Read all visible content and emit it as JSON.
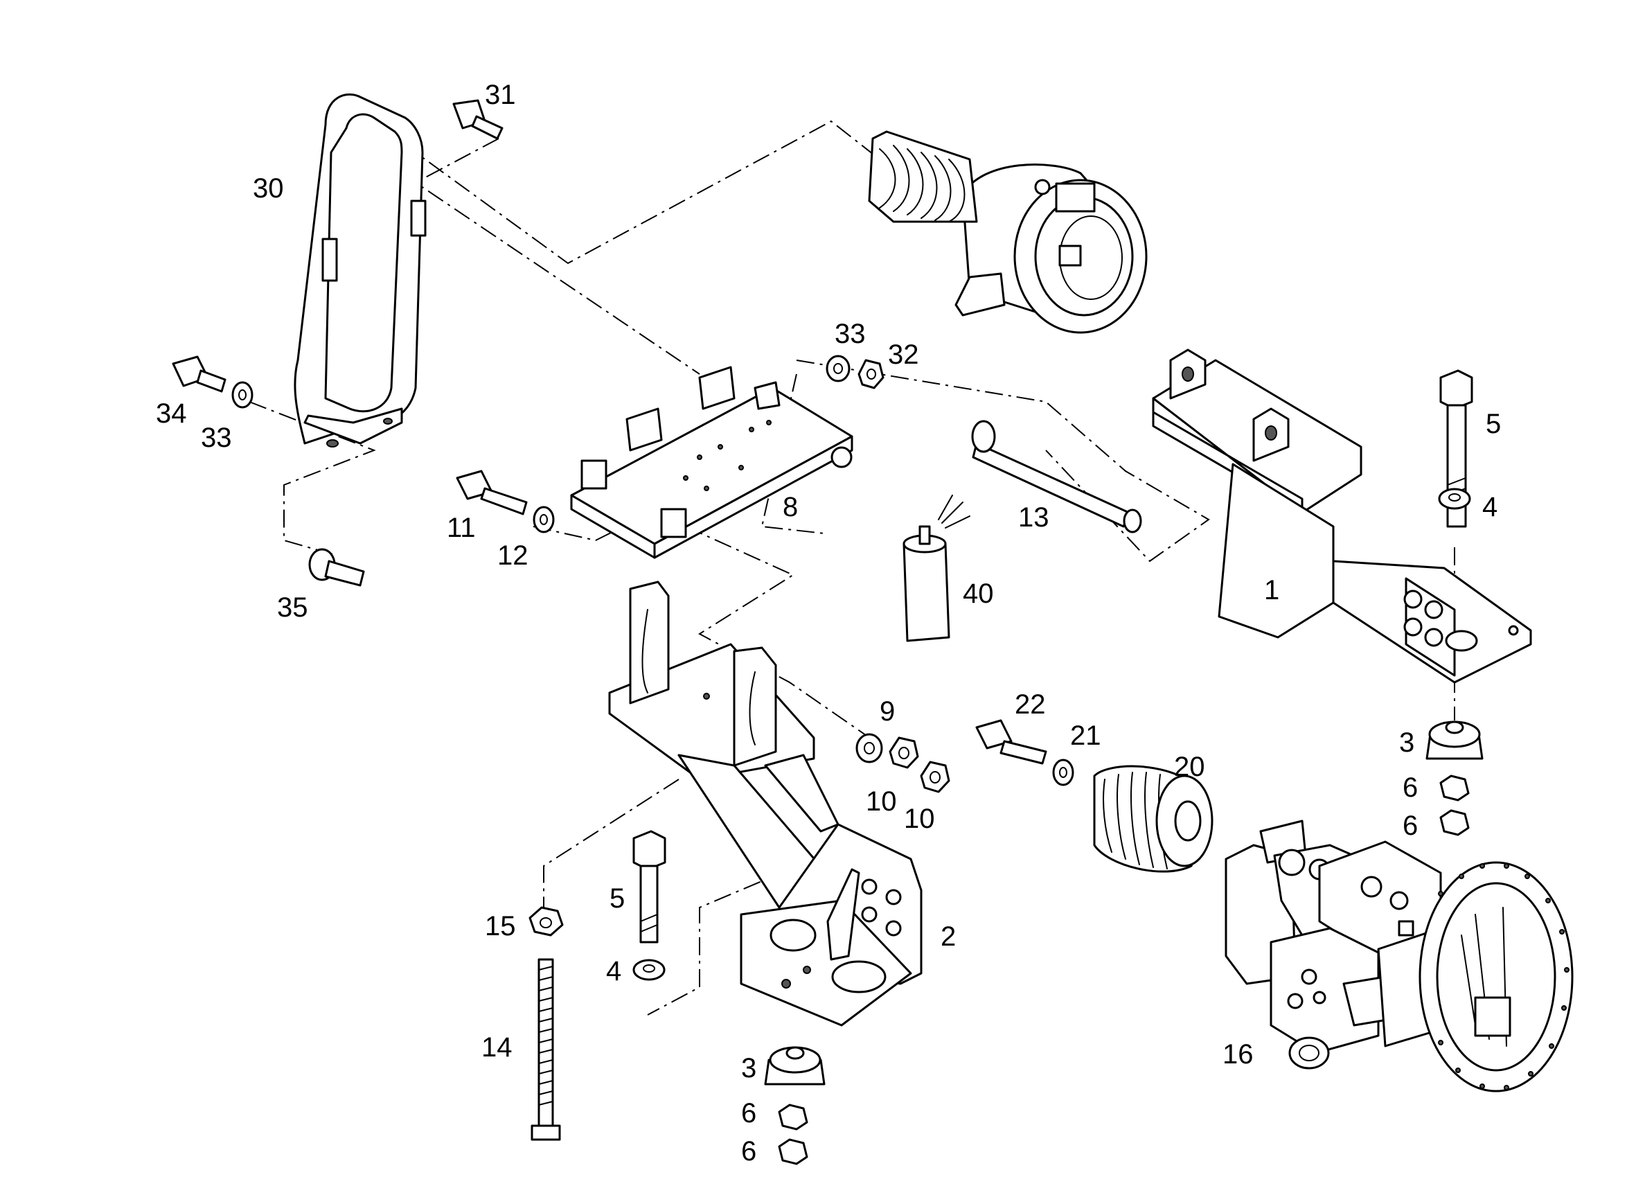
{
  "diagram": {
    "type": "exploded-parts-view",
    "part_labels": [
      {
        "id": "31",
        "text": "31"
      },
      {
        "id": "30",
        "text": "30"
      },
      {
        "id": "34",
        "text": "34"
      },
      {
        "id": "33a",
        "text": "33"
      },
      {
        "id": "35",
        "text": "35"
      },
      {
        "id": "11",
        "text": "11"
      },
      {
        "id": "12",
        "text": "12"
      },
      {
        "id": "8",
        "text": "8"
      },
      {
        "id": "33b",
        "text": "33"
      },
      {
        "id": "32",
        "text": "32"
      },
      {
        "id": "13",
        "text": "13"
      },
      {
        "id": "40",
        "text": "40"
      },
      {
        "id": "1",
        "text": "1"
      },
      {
        "id": "5a",
        "text": "5"
      },
      {
        "id": "4a",
        "text": "4"
      },
      {
        "id": "3a",
        "text": "3"
      },
      {
        "id": "6a",
        "text": "6"
      },
      {
        "id": "6b",
        "text": "6"
      },
      {
        "id": "9",
        "text": "9"
      },
      {
        "id": "10a",
        "text": "10"
      },
      {
        "id": "10b",
        "text": "10"
      },
      {
        "id": "22",
        "text": "22"
      },
      {
        "id": "21",
        "text": "21"
      },
      {
        "id": "20",
        "text": "20"
      },
      {
        "id": "15",
        "text": "15"
      },
      {
        "id": "5b",
        "text": "5"
      },
      {
        "id": "4b",
        "text": "4"
      },
      {
        "id": "14",
        "text": "14"
      },
      {
        "id": "2",
        "text": "2"
      },
      {
        "id": "3b",
        "text": "3"
      },
      {
        "id": "6c",
        "text": "6"
      },
      {
        "id": "6d",
        "text": "6"
      },
      {
        "id": "16",
        "text": "16"
      }
    ],
    "components": [
      {
        "name": "air-filter"
      },
      {
        "name": "filter-strap-bracket"
      },
      {
        "name": "mounting-plate"
      },
      {
        "name": "mounting-bracket-upper-right"
      },
      {
        "name": "mounting-bracket-lower-left"
      },
      {
        "name": "pin-shaft"
      },
      {
        "name": "spray-can"
      },
      {
        "name": "coupling-element"
      },
      {
        "name": "hydraulic-pump"
      }
    ]
  }
}
